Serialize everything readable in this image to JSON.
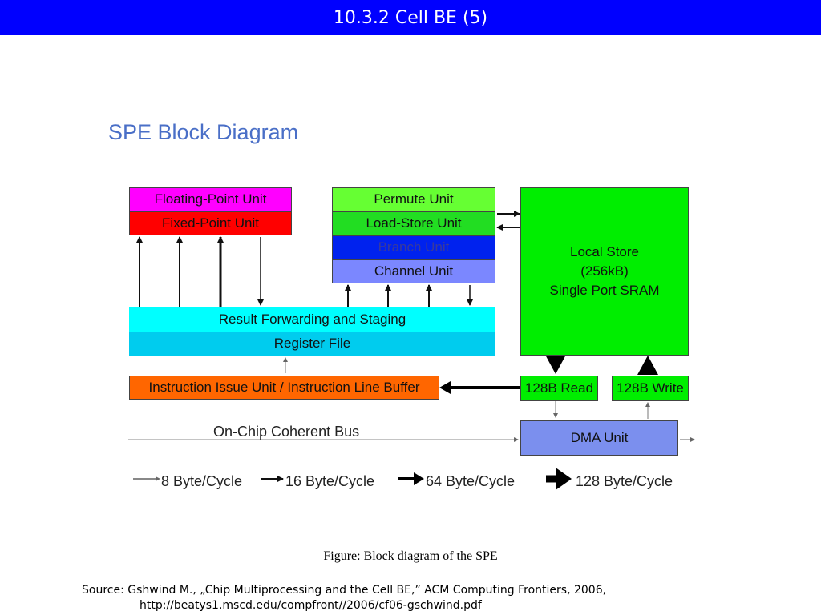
{
  "header": {
    "title": "10.3.2 Cell BE (5)"
  },
  "diagram": {
    "title": "SPE Block Diagram",
    "blocks": {
      "floating_point": "Floating-Point Unit",
      "fixed_point": "Fixed-Point Unit",
      "permute": "Permute Unit",
      "load_store": "Load-Store Unit",
      "branch": "Branch Unit",
      "channel": "Channel Unit",
      "result_forwarding": "Result Forwarding and Staging",
      "register_file": "Register File",
      "instruction_issue": "Instruction Issue Unit / Instruction Line Buffer",
      "local_store": [
        "Local Store",
        "(256kB)",
        "Single Port SRAM"
      ],
      "read_128b": "128B Read",
      "write_128b": "128B Write",
      "dma": "DMA Unit"
    },
    "bus_label": "On-Chip Coherent Bus",
    "legend": [
      "8 Byte/Cycle",
      "16 Byte/Cycle",
      "64 Byte/Cycle",
      "128 Byte/Cycle"
    ],
    "colors": {
      "floating_point": "#ff00ff",
      "fixed_point": "#ff0000",
      "permute": "#66ff33",
      "load_store": "#22dd22",
      "branch": "#0022ee",
      "channel": "#7b87ff",
      "result_forwarding": "#00ffff",
      "register_file": "#00ccee",
      "instruction_issue": "#ff6600",
      "local_store": "#00ee00",
      "read_write": "#00ee00",
      "dma": "#7b8fee"
    }
  },
  "caption": "Figure: Block diagram of the SPE",
  "source": {
    "line1": "Source: Gshwind M., „Chip Multiprocessing and the Cell BE,” ACM Computing Frontiers, 2006,",
    "line2": "http://beatys1.mscd.edu/compfront//2006/cf06-gschwind.pdf"
  }
}
